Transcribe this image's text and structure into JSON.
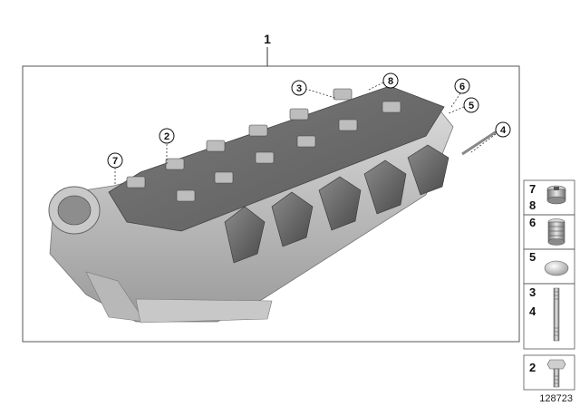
{
  "diagram": {
    "main_callout": "1",
    "callouts": {
      "c2": "2",
      "c3": "3",
      "c4": "4",
      "c5": "5",
      "c6": "6",
      "c7": "7",
      "c8": "8"
    }
  },
  "parts_legend": [
    {
      "numbers": [
        "7",
        "8"
      ],
      "icon": "plug-screw-icon"
    },
    {
      "numbers": [
        "6"
      ],
      "icon": "threaded-plug-icon"
    },
    {
      "numbers": [
        "5"
      ],
      "icon": "cap-plug-icon"
    },
    {
      "numbers": [
        "3",
        "4"
      ],
      "icon": "stud-bolt-icon"
    },
    {
      "numbers": [
        "2"
      ],
      "icon": "hex-bolt-icon"
    }
  ],
  "document_id": "128723"
}
